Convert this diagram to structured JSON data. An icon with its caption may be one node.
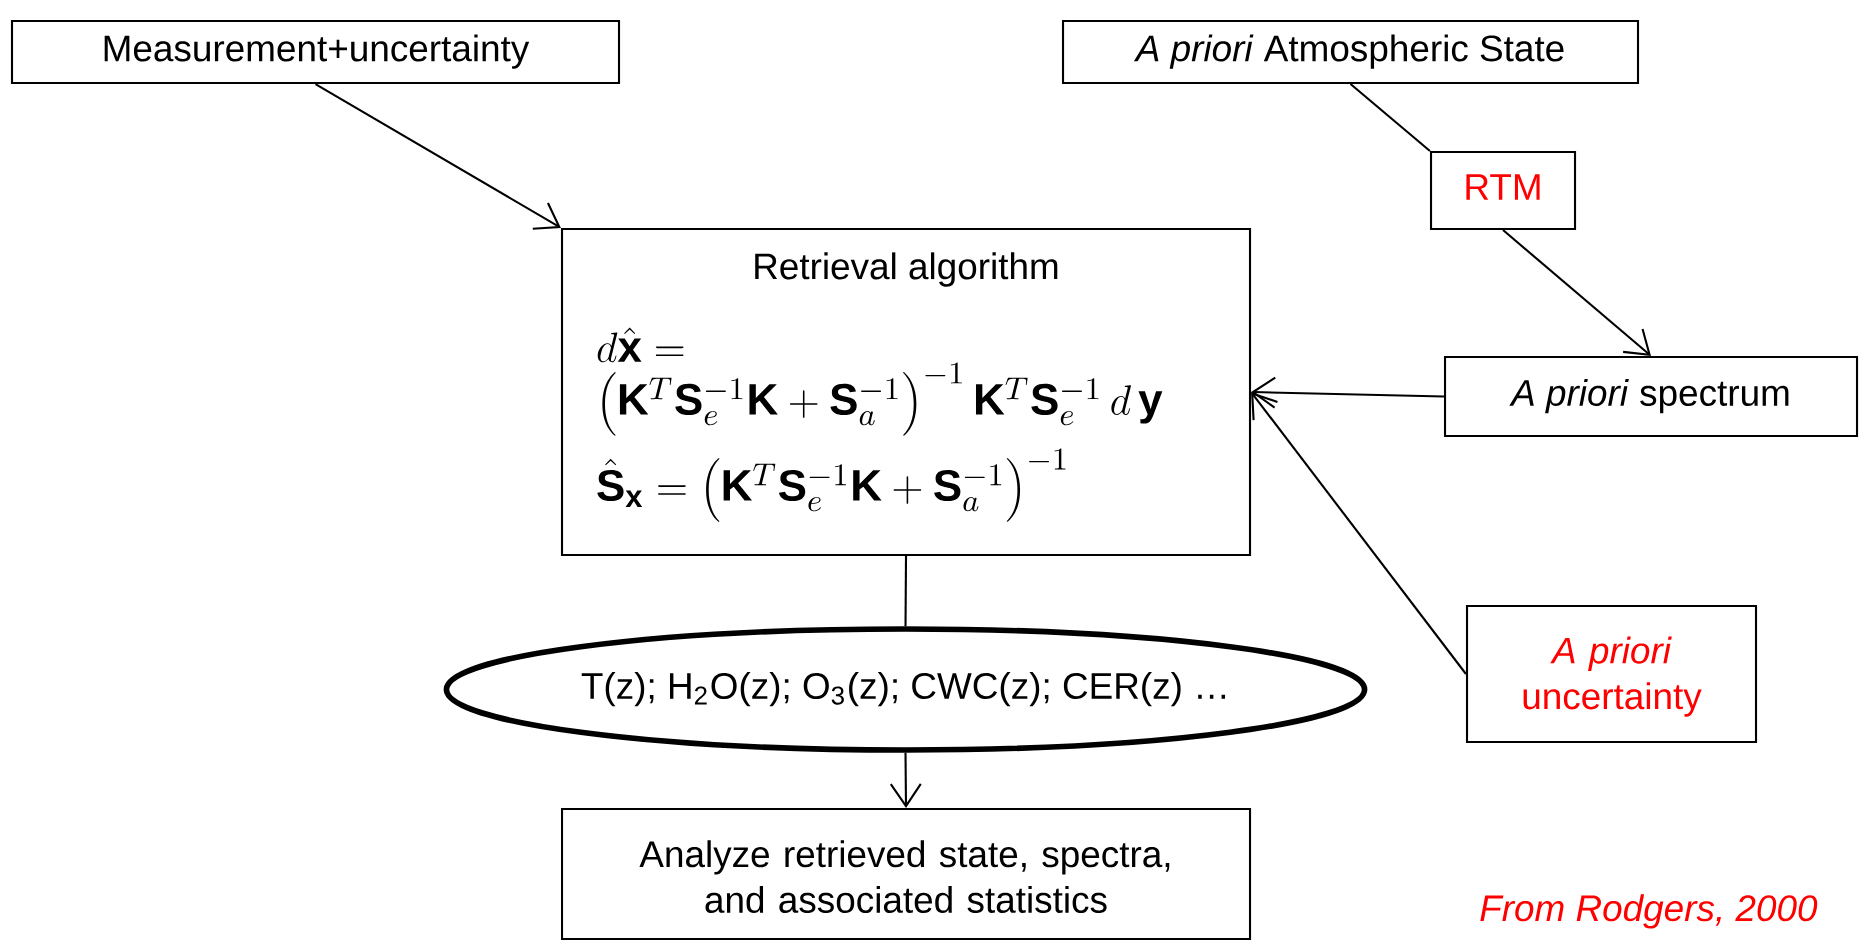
{
  "diagram": {
    "nodes": [
      {
        "text": [
          "Measurement+uncertainty"
        ]
      },
      {
        "text": [
          "*A priori* Atmospheric State"
        ]
      },
      {
        "text": [
          "RTM"
        ]
      },
      {
        "text": [
          "Retrieval algorithm",
          "d\\hat{\\mathbf{x}} = \\left(\\mathbf{K}^{T}\\mathbf{S}_{e}^{-1}\\mathbf{K}+\\mathbf{S}_{a}^{-1}\\right)^{-1}\\mathbf{K}^{T}\\mathbf{S}_{e}^{-1}\\,d\\,\\mathbf{y}",
          "\\hat{\\mathbf{S}}_{\\mathbf{x}} = \\left(\\mathbf{K}^{T}\\mathbf{S}_{e}^{-1}\\mathbf{K}+\\mathbf{S}_{a}^{-1}\\right)^{-1}"
        ]
      },
      {
        "text": [
          "*A priori* spectrum"
        ]
      },
      {
        "text": [
          "*A priori* uncertainty"
        ]
      },
      {
        "text": [
          "T(z); H$_{2}$O(z); O$_{3}$(z); CWC(z); CER(z) …"
        ]
      },
      {
        "text": [
          "Analyze retrieved state, spectra, and associated statistics"
        ]
      }
    ],
    "edges": [
      {
        "from": 0,
        "to": 3,
        "arrow": "to"
      },
      {
        "from": 1,
        "to": 2,
        "arrow": "none"
      },
      {
        "from": 2,
        "to": 4,
        "arrow": "to"
      },
      {
        "from": 4,
        "to": 3,
        "arrow": "to"
      },
      {
        "from": 5,
        "to": 3,
        "arrow": "to"
      },
      {
        "from": 3,
        "to": 6,
        "arrow": "none"
      },
      {
        "from": 6,
        "to": 7,
        "arrow": "to"
      }
    ],
    "labels": [
      "From Rodgers, 2000"
    ]
  }
}
